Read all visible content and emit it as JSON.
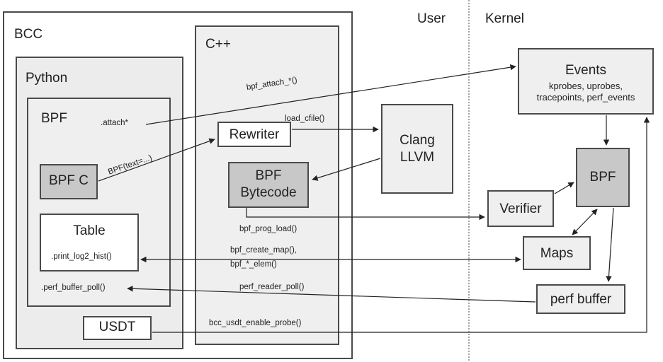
{
  "regions": {
    "bcc": "BCC",
    "python": "Python",
    "bpf_inner": "BPF",
    "cpp": "C++",
    "user": "User",
    "kernel": "Kernel"
  },
  "boxes": {
    "bpf_c": "BPF C",
    "table": "Table",
    "table_method": ".print_log2_hist()",
    "usdt": "USDT",
    "rewriter": "Rewriter",
    "bpf_bytecode_line1": "BPF",
    "bpf_bytecode_line2": "Bytecode",
    "clang_line1": "Clang",
    "clang_line2": "LLVM",
    "events_title": "Events",
    "events_line1": "kprobes, uprobes,",
    "events_line2": "tracepoints, perf_events",
    "kernel_bpf": "BPF",
    "verifier": "Verifier",
    "maps": "Maps",
    "perf_buffer": "perf buffer"
  },
  "labels": {
    "attach_star": ".attach*",
    "bpf_attach": "bpf_attach_*()",
    "load_cfile": "load_cfile()",
    "bpf_text": "BPF(text=...)",
    "bpf_prog_load": "bpf_prog_load()",
    "bpf_create_map": "bpf_create_map(),",
    "bpf_elem": "bpf_*_elem()",
    "perf_buffer_poll": ".perf_buffer_poll()",
    "perf_reader_poll": "perf_reader_poll()",
    "bcc_usdt": "bcc_usdt_enable_probe()"
  }
}
